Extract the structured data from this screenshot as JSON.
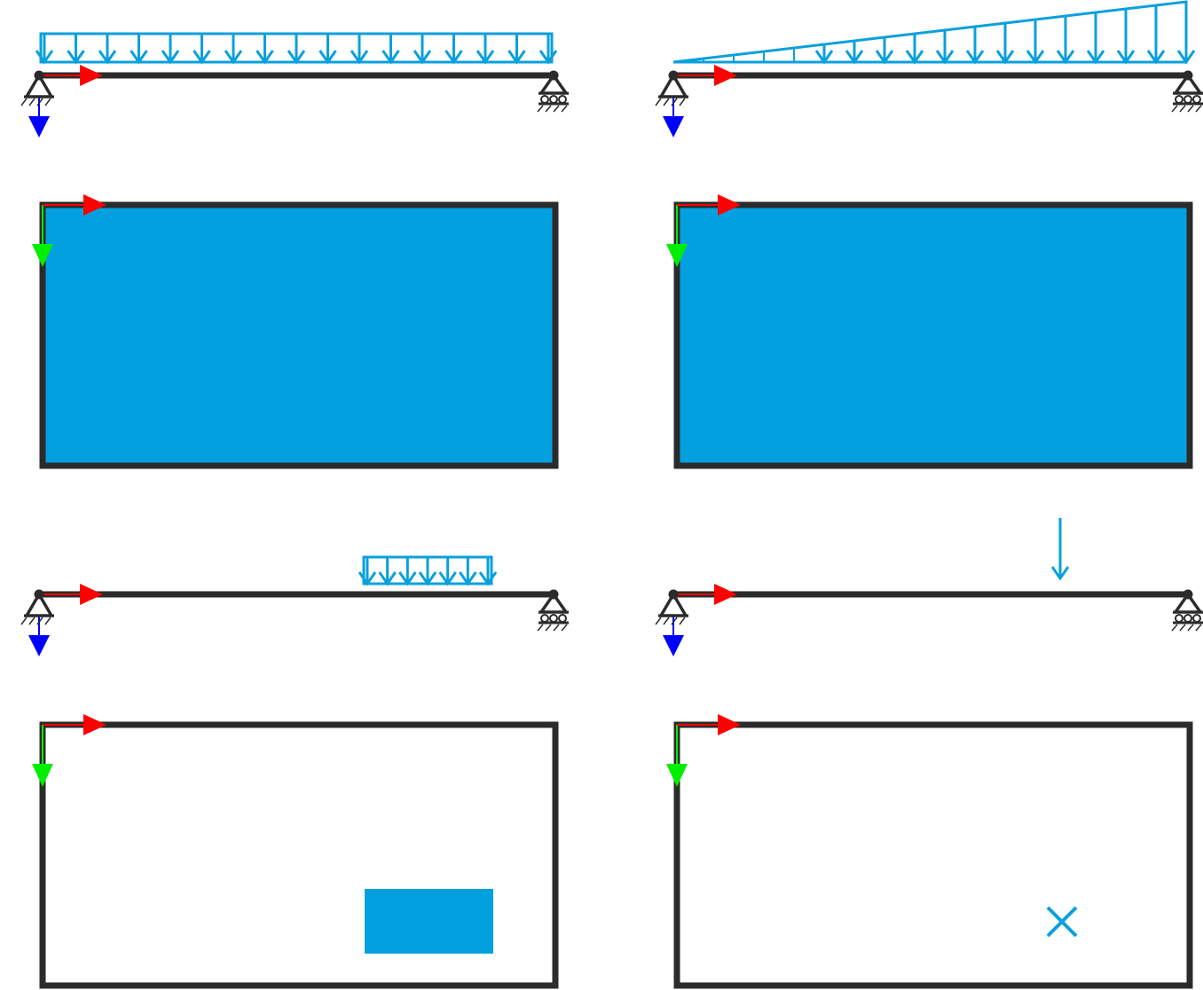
{
  "colors": {
    "beam": "#2b2b2b",
    "load": "#0aa0dc",
    "area_fill": "#03a0e0",
    "axis_x": "#ff0000",
    "axis_y_beam": "#0000ff",
    "axis_y_plan": "#00ee00"
  },
  "panels": [
    {
      "id": "uniform-load",
      "beam_load": "uniform-full-span",
      "plan_load": "full-area"
    },
    {
      "id": "triangular-load",
      "beam_load": "linearly-increasing-full-span",
      "plan_load": "full-area"
    },
    {
      "id": "partial-uniform-load",
      "beam_load": "uniform-partial-span",
      "plan_load": "rectangular-patch"
    },
    {
      "id": "point-load",
      "beam_load": "concentrated",
      "plan_load": "point"
    }
  ],
  "supports": {
    "left": "pinned-support-icon",
    "right": "roller-support-icon"
  },
  "icons": [
    "load-arrow-icon",
    "axis-arrow-icon",
    "point-load-cross-icon"
  ]
}
